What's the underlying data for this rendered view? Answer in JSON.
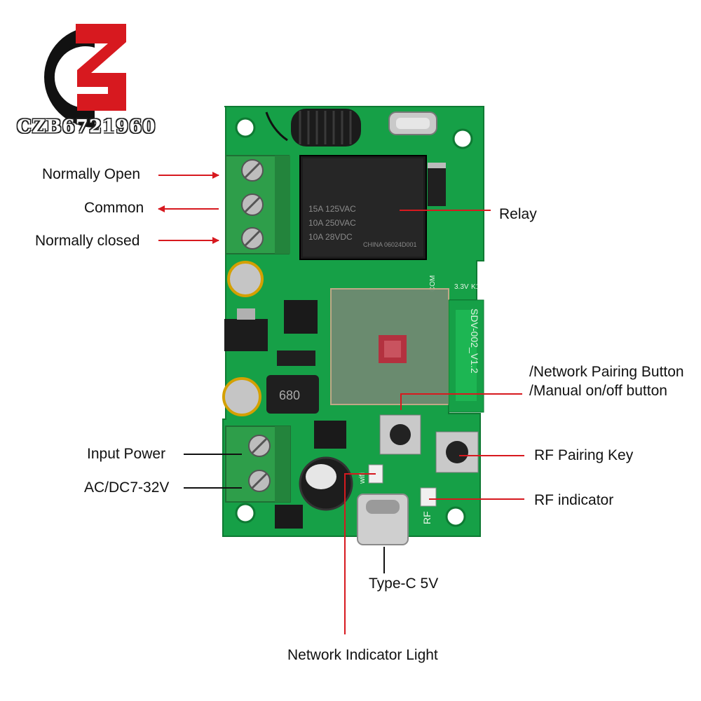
{
  "brand": {
    "name": "CZB6721960",
    "colors": {
      "red": "#d7191f",
      "black": "#111111"
    }
  },
  "board": {
    "pcb_color": "#16a047",
    "terminal_color": "#2e9e4a",
    "component_text": {
      "relay_rating_1": "15A 125VAC",
      "relay_rating_2": "10A 250VAC",
      "relay_rating_3": "10A 28VDC",
      "relay_model": "CHINA 06024D001",
      "module_label": "SDV-002_V1.2",
      "silk_com": "COM",
      "silk_33v": "3.3V",
      "silk_k1": "K1",
      "silk_rf": "RF",
      "silk_wifi": "wifi",
      "inductor": "680"
    }
  },
  "labels": {
    "normally_open": "Normally Open",
    "common": "Common",
    "normally_closed": "Normally closed",
    "relay": "Relay",
    "network_pairing_line1": "/Network Pairing Button",
    "network_pairing_line2": "/Manual on/off button",
    "input_power": "Input Power",
    "ac_dc": "AC/DC7-32V",
    "rf_pairing_key": "RF Pairing Key",
    "rf_indicator": "RF indicator",
    "type_c": "Type-C 5V",
    "network_indicator": "Network Indicator Light"
  }
}
